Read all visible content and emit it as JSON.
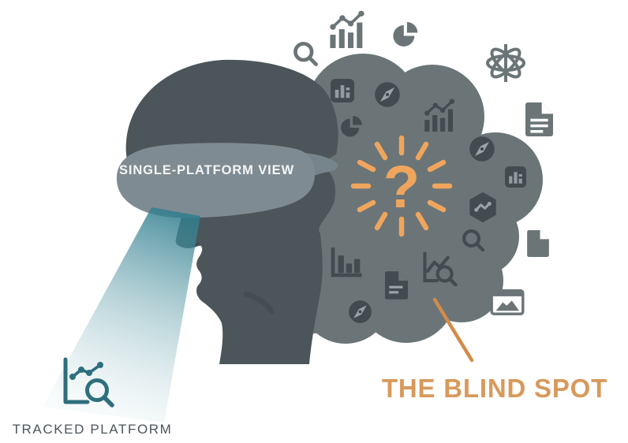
{
  "blindfold": {
    "label": "SINGLE-PLATFORM VIEW"
  },
  "blind_spot": {
    "label": "THE BLIND SPOT",
    "symbol": "?"
  },
  "tracked": {
    "label": "TRACKED PLATFORM"
  },
  "colors": {
    "background": "#ffffff",
    "head": "#4c5559",
    "blindfold": "#7e8b92",
    "blindfold_text": "#f4f6f6",
    "cloud": "#6b7578",
    "icon_dark": "#424b50",
    "icon_medium": "#6b7578",
    "orange": "#d8995b",
    "orange_bright": "#efa55d",
    "teal": "#2e6f7d",
    "beam_start": "#2f7d8e",
    "beam_end": "#d7e8ea",
    "tracked_text": "#4b555b"
  },
  "icons": {
    "outside_cloud": [
      "search",
      "bar-chart-with-trend",
      "pie-chart",
      "atom",
      "document",
      "blank-document",
      "image"
    ],
    "inside_cloud": [
      "bar-chart-card",
      "compass",
      "pie-chart",
      "bar-chart-with-trend",
      "compass",
      "bar-chart-card",
      "hexagon-trend",
      "search",
      "bar-chart-axes",
      "document",
      "chart-with-magnifier",
      "compass"
    ]
  }
}
